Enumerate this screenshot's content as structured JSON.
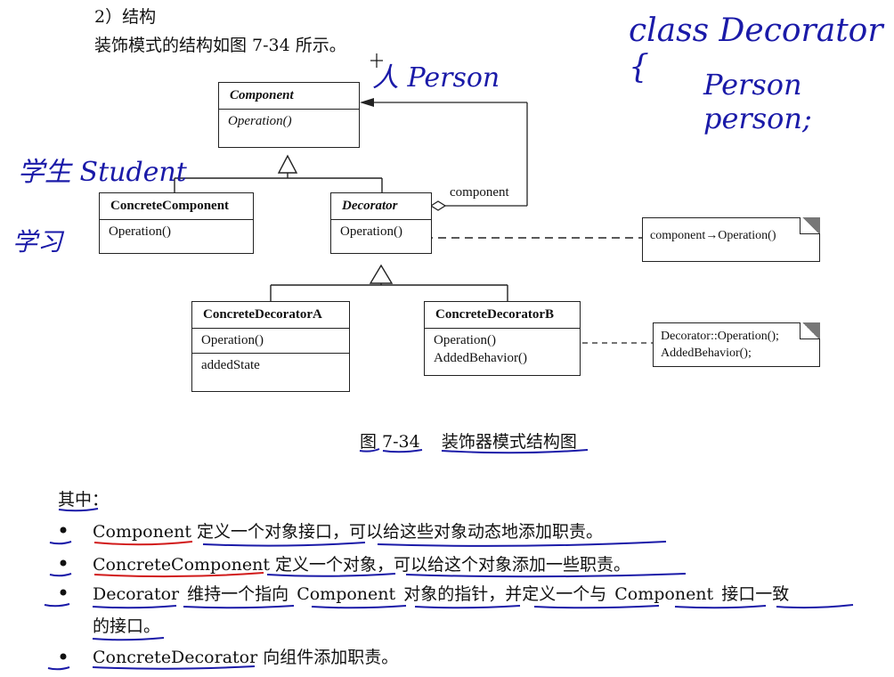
{
  "section": {
    "heading": "2）结构",
    "intro": "装饰模式的结构如图 7-34 所示。"
  },
  "diagram": {
    "component": {
      "name": "Component",
      "op": "Operation()"
    },
    "concrete_component": {
      "name": "ConcreteComponent",
      "op": "Operation()"
    },
    "decorator": {
      "name": "Decorator",
      "op": "Operation()"
    },
    "decorator_a": {
      "name": "ConcreteDecoratorA",
      "op": "Operation()",
      "state": "addedState"
    },
    "decorator_b": {
      "name": "ConcreteDecoratorB",
      "op": "Operation()",
      "behavior": "AddedBehavior()"
    },
    "assoc_label": "component",
    "note1": "component→Operation()",
    "note2_line1": "Decorator::Operation();",
    "note2_line2": "AddedBehavior();",
    "caption": "图 7-34    装饰器模式结构图"
  },
  "handwriting": {
    "person_label": "人 Person",
    "class_line1": "class Decorator {",
    "class_line2": "Person person;",
    "student": "学生 Student",
    "study": "学习"
  },
  "list": {
    "lead": "其中：",
    "items": [
      {
        "term": "Component",
        "desc": " 定义一个对象接口，可以给这些对象动态地添加职责。"
      },
      {
        "term": "ConcreteComponent",
        "desc": " 定义一个对象，可以给这个对象添加一些职责。"
      },
      {
        "term": "Decorator",
        "desc": " 维持一个指向 Component 对象的指针，并定义一个与 Component 接口一致",
        "cont": "的接口。"
      },
      {
        "term": "ConcreteDecorator",
        "desc": " 向组件添加职责。"
      }
    ]
  },
  "colors": {
    "ink_blue": "#1a1aa8",
    "ink_red": "#d11a1a"
  }
}
